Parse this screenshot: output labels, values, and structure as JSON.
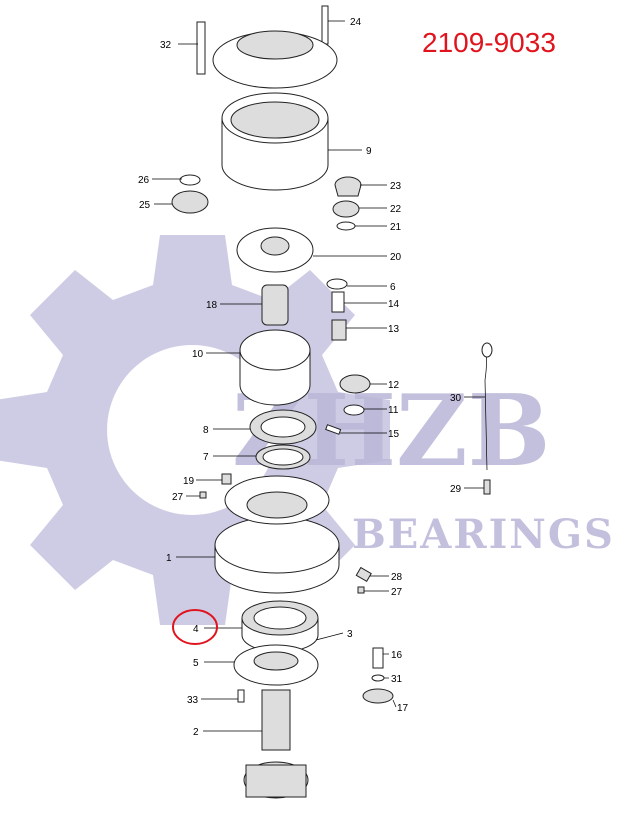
{
  "part_number": "2109-9033",
  "watermark": {
    "brand": "ZHZB",
    "subtitle": "BEARINGS",
    "color": "#b9b6d8"
  },
  "highlight": {
    "label": "4",
    "color": "#e0141e"
  },
  "callouts": [
    "32",
    "24",
    "9",
    "26",
    "23",
    "25",
    "22",
    "21",
    "20",
    "6",
    "14",
    "18",
    "13",
    "10",
    "12",
    "11",
    "30",
    "15",
    "8",
    "7",
    "19",
    "29",
    "27",
    "1",
    "28",
    "27",
    "4",
    "3",
    "16",
    "5",
    "31",
    "33",
    "17",
    "2"
  ]
}
